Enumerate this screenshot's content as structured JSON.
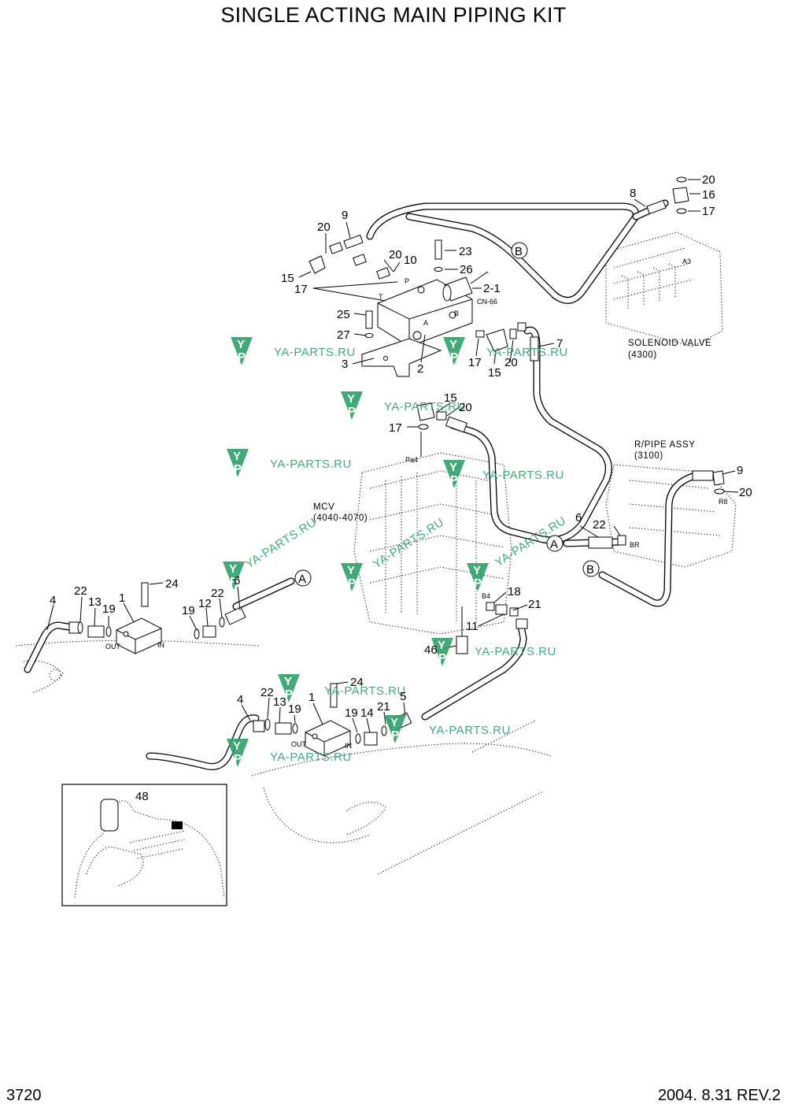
{
  "title": "SINGLE ACTING MAIN PIPING KIT",
  "page_number": "3720",
  "revision": "2004. 8.31  REV.2",
  "assembly_labels": {
    "solenoid_valve_1": "SOLENOID VALVE",
    "solenoid_valve_2": "(4300)",
    "mcv_1": "MCV",
    "mcv_2": "(4040-4070)",
    "rpipe_1": "R/PIPE ASSY",
    "rpipe_2": "(3100)"
  },
  "port_labels": {
    "p": "P",
    "t": "T",
    "a": "A",
    "b": "B",
    "a3": "A3",
    "pa4": "Pa4",
    "br": "BR",
    "r8": "R8",
    "b4": "B4",
    "cn66": "CN-66",
    "out1": "OUT",
    "in1": "IN",
    "out2": "OUT",
    "in2": "IN"
  },
  "connectors": {
    "a": "A",
    "b": "B"
  },
  "callouts": {
    "c20_top": "20",
    "c16": "16",
    "c17_top": "17",
    "c8": "8",
    "c9_top": "9",
    "c20_left": "20",
    "c20_mid": "20",
    "c10": "10",
    "c23": "23",
    "c26": "26",
    "c2_1": "2-1",
    "c15_left": "15",
    "c17_left": "17",
    "c25": "25",
    "c27": "27",
    "c3": "3",
    "c2": "2",
    "c17_mid": "17",
    "c15_mid": "15",
    "c20_mid2": "20",
    "c7": "7",
    "c15_mcv": "15",
    "c20_mcv": "20",
    "c17_mcv": "17",
    "c9_right": "9",
    "c20_right": "20",
    "c6_right": "6",
    "c22_right": "22",
    "c18": "18",
    "c21_mcv": "21",
    "c11": "11",
    "c46": "46",
    "c4_up": "4",
    "c22_up": "22",
    "c13_up": "13",
    "c19_up": "19",
    "c1_up": "1",
    "c24_up": "24",
    "c19_up2": "19",
    "c12": "12",
    "c22_up2": "22",
    "c6_up": "6",
    "c4_lo": "4",
    "c22_lo": "22",
    "c13_lo": "13",
    "c19_lo": "19",
    "c1_lo": "1",
    "c24_lo": "24",
    "c19_lo2": "19",
    "c14": "14",
    "c21_lo": "21",
    "c5": "5",
    "c48": "48"
  },
  "watermark": {
    "text": "YA-PARTS.RU",
    "logo_letter_1": "Y",
    "logo_letter_2": "P",
    "color": "#2fa06a"
  }
}
